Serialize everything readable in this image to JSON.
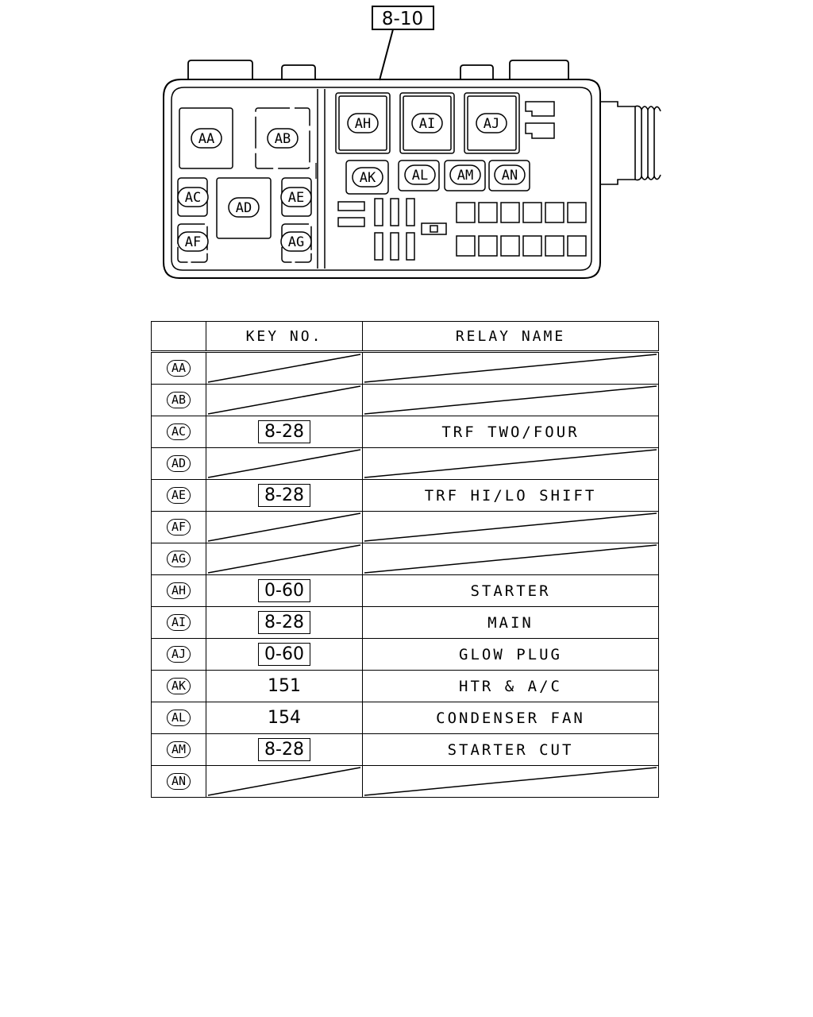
{
  "reference_box": "8-10",
  "diagram_labels": {
    "AA": "AA",
    "AB": "AB",
    "AC": "AC",
    "AD": "AD",
    "AE": "AE",
    "AF": "AF",
    "AG": "AG",
    "AH": "AH",
    "AI": "AI",
    "AJ": "AJ",
    "AK": "AK",
    "AL": "AL",
    "AM": "AM",
    "AN": "AN"
  },
  "table": {
    "header_key": "KEY NO.",
    "header_name": "RELAY NAME",
    "rows": [
      {
        "id": "AA",
        "key": "",
        "boxed": false,
        "name": ""
      },
      {
        "id": "AB",
        "key": "",
        "boxed": false,
        "name": ""
      },
      {
        "id": "AC",
        "key": "8-28",
        "boxed": true,
        "name": "TRF TWO/FOUR"
      },
      {
        "id": "AD",
        "key": "",
        "boxed": false,
        "name": ""
      },
      {
        "id": "AE",
        "key": "8-28",
        "boxed": true,
        "name": "TRF HI/LO SHIFT"
      },
      {
        "id": "AF",
        "key": "",
        "boxed": false,
        "name": ""
      },
      {
        "id": "AG",
        "key": "",
        "boxed": false,
        "name": ""
      },
      {
        "id": "AH",
        "key": "0-60",
        "boxed": true,
        "name": "STARTER"
      },
      {
        "id": "AI",
        "key": "8-28",
        "boxed": true,
        "name": "MAIN"
      },
      {
        "id": "AJ",
        "key": "0-60",
        "boxed": true,
        "name": "GLOW PLUG"
      },
      {
        "id": "AK",
        "key": "151",
        "boxed": false,
        "name": "HTR & A/C"
      },
      {
        "id": "AL",
        "key": "154",
        "boxed": false,
        "name": "CONDENSER FAN"
      },
      {
        "id": "AM",
        "key": "8-28",
        "boxed": true,
        "name": "STARTER CUT"
      },
      {
        "id": "AN",
        "key": "",
        "boxed": false,
        "name": ""
      }
    ]
  }
}
